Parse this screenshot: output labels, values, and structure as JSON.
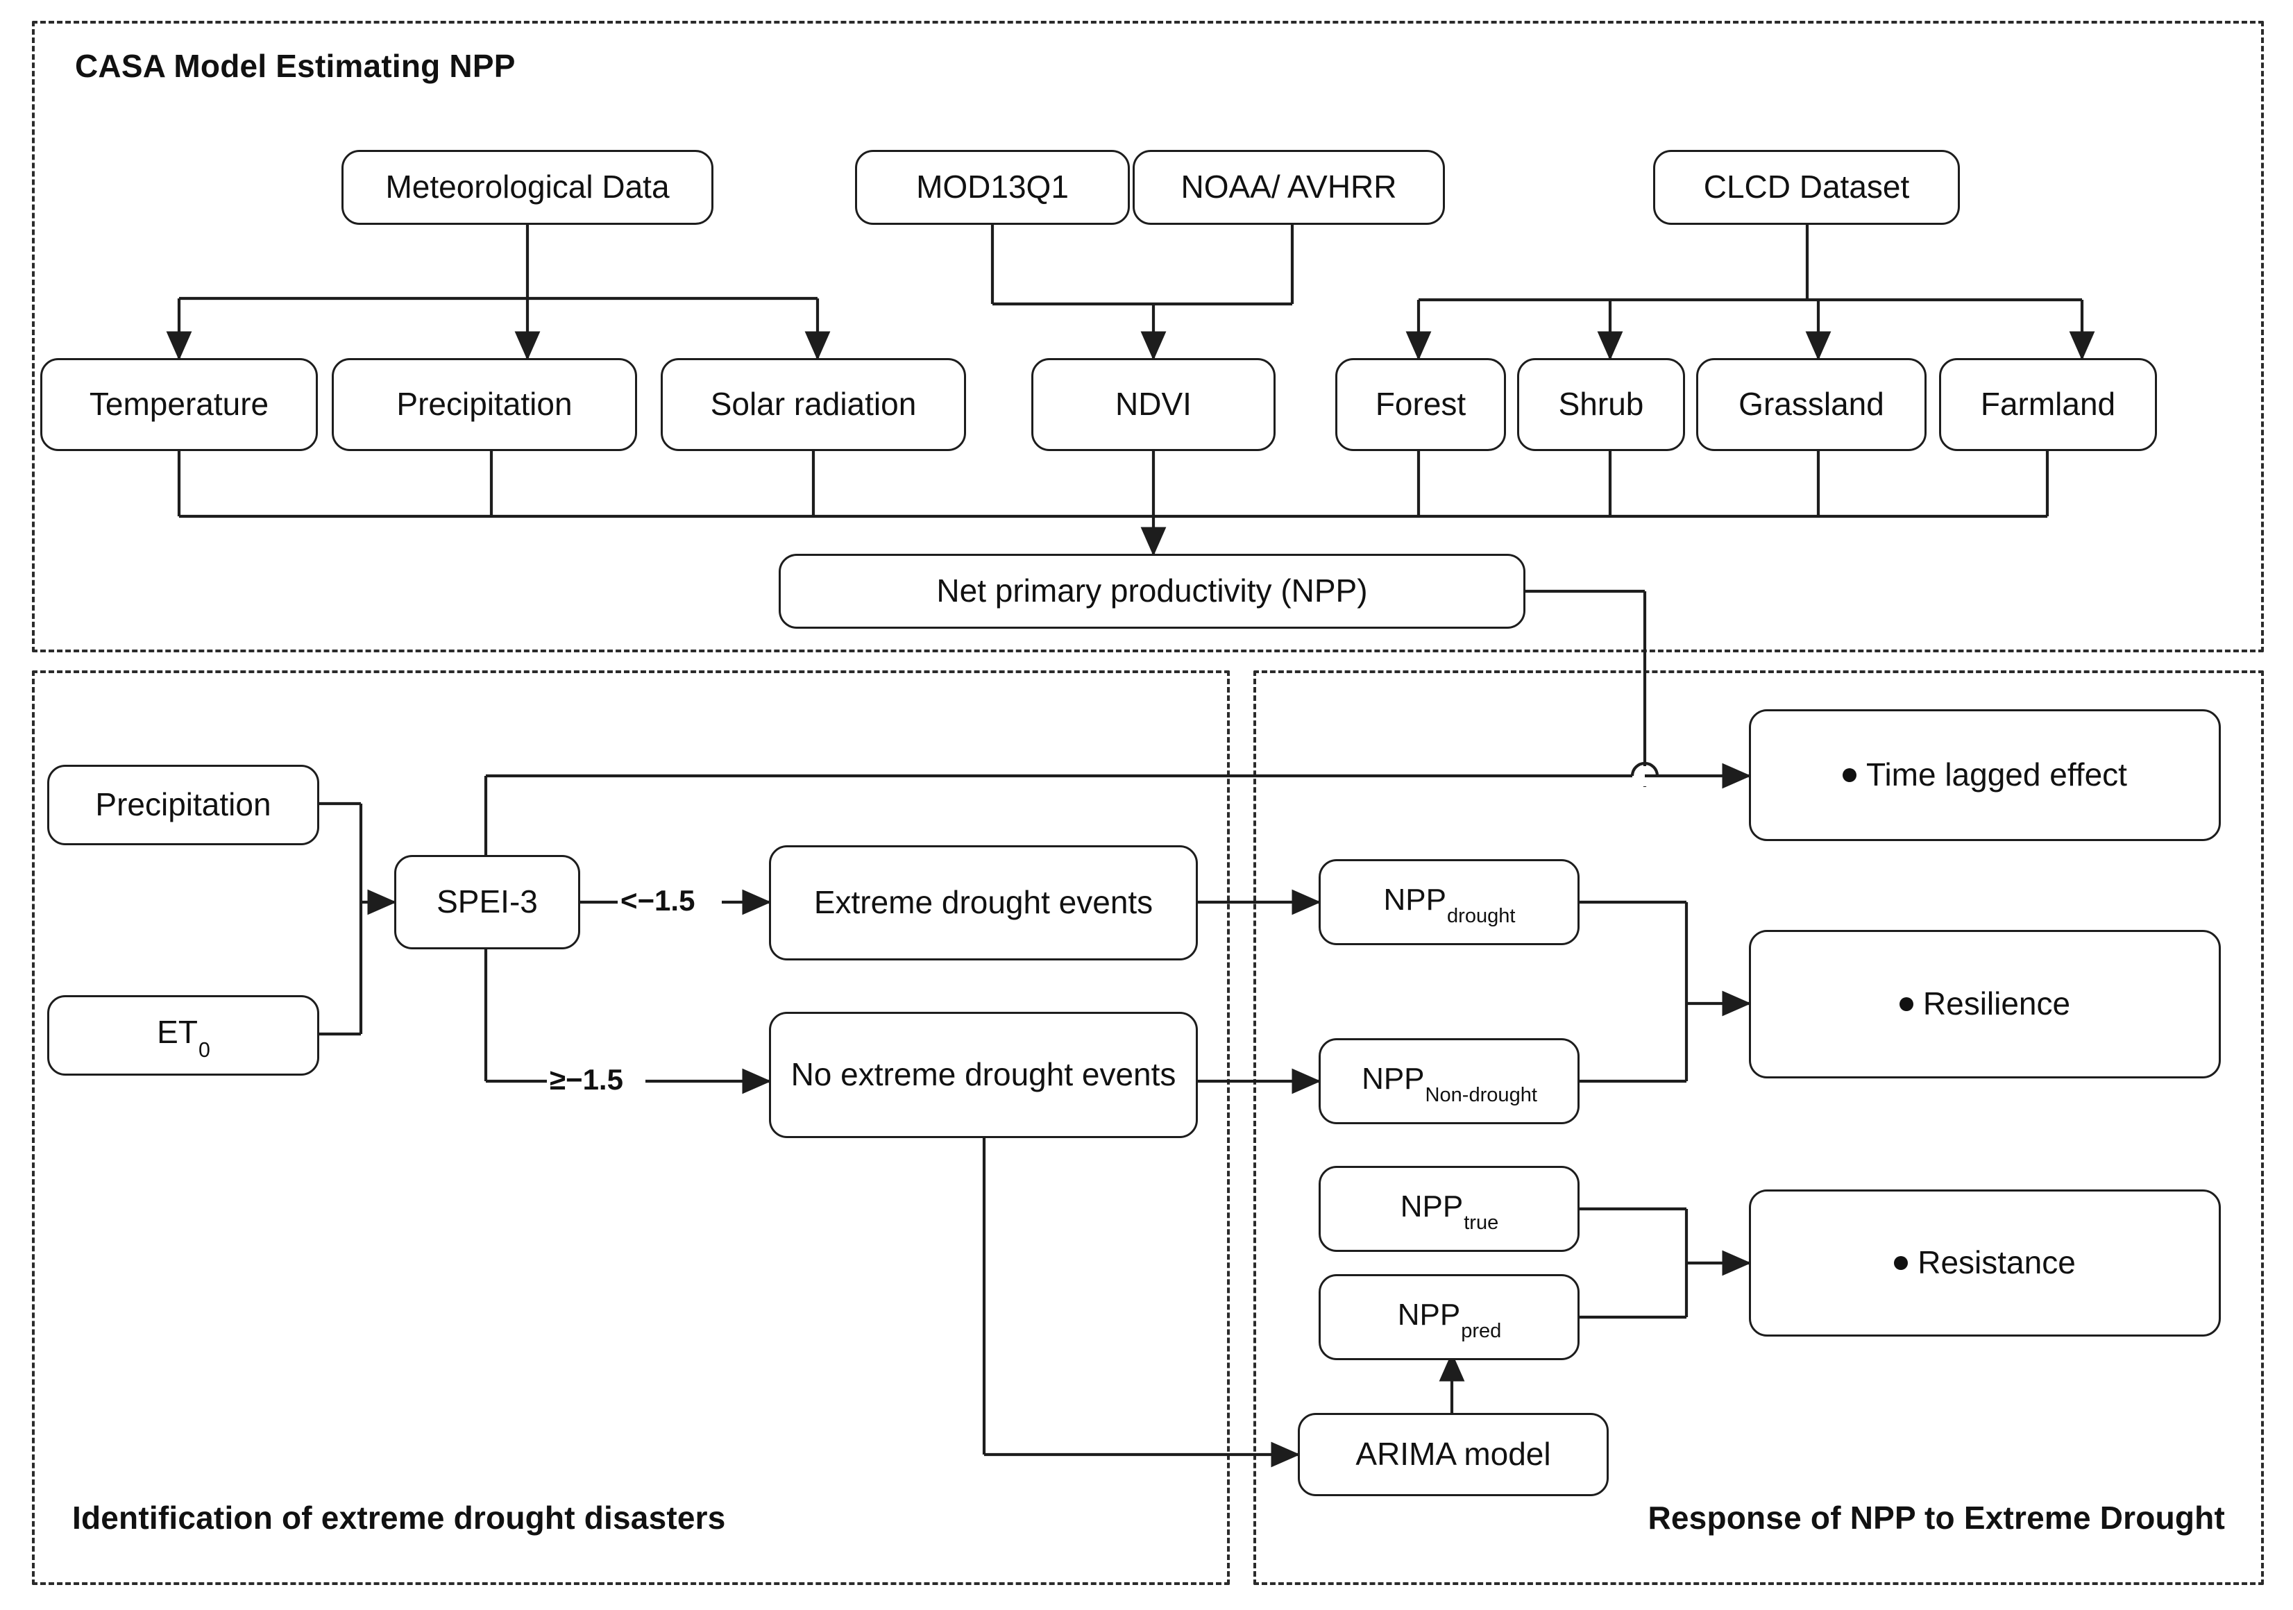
{
  "diagram": {
    "title_visible": false,
    "panels": [
      {
        "id": "casa",
        "label": "CASA Model Estimating NPP"
      },
      {
        "id": "identify",
        "label": "Identification of extreme drought disasters"
      },
      {
        "id": "response",
        "label": "Response of NPP to Extreme Drought"
      }
    ]
  },
  "casa": {
    "title": "CASA Model Estimating NPP",
    "sources": {
      "meteorological_data": "Meteorological Data",
      "mod13q1": "MOD13Q1",
      "noaa_avhrr": "NOAA/ AVHRR",
      "clcd_dataset": "CLCD Dataset"
    },
    "variables": {
      "temperature": "Temperature",
      "precipitation": "Precipitation",
      "solar_radiation": "Solar radiation",
      "ndvi": "NDVI"
    },
    "landcover": {
      "forest": "Forest",
      "shrub": "Shrub",
      "grassland": "Grassland",
      "farmland": "Farmland"
    },
    "output": "Net primary productivity  (NPP)"
  },
  "identification": {
    "title": "Identification of extreme drought disasters",
    "inputs": {
      "precipitation": "Precipitation",
      "et0_main": "ET",
      "et0_sub": "0"
    },
    "index": "SPEI-3",
    "branches": {
      "drought_condition": "<−1.5",
      "no_drought_condition": "≥−1.5",
      "extreme_drought_events": "Extreme drought events",
      "no_extreme_drought_events": "No extreme drought events"
    }
  },
  "response": {
    "title": "Response of NPP to Extreme Drought",
    "npp_terms": {
      "drought_main": "NPP",
      "drought_sub": "drought",
      "nondrought_main": "NPP",
      "nondrought_sub": "Non-drought",
      "true_main": "NPP",
      "true_sub": "true",
      "pred_main": "NPP",
      "pred_sub": "pred"
    },
    "model": "ARIMA model",
    "outcomes": {
      "time_lagged_effect": "Time lagged effect",
      "resilience": "Resilience",
      "resistance": "Resistance"
    }
  },
  "style": {
    "stroke": "#1d1d1d",
    "dashed_panel": "#2b2b2b",
    "background": "#ffffff",
    "text": "#111111"
  }
}
